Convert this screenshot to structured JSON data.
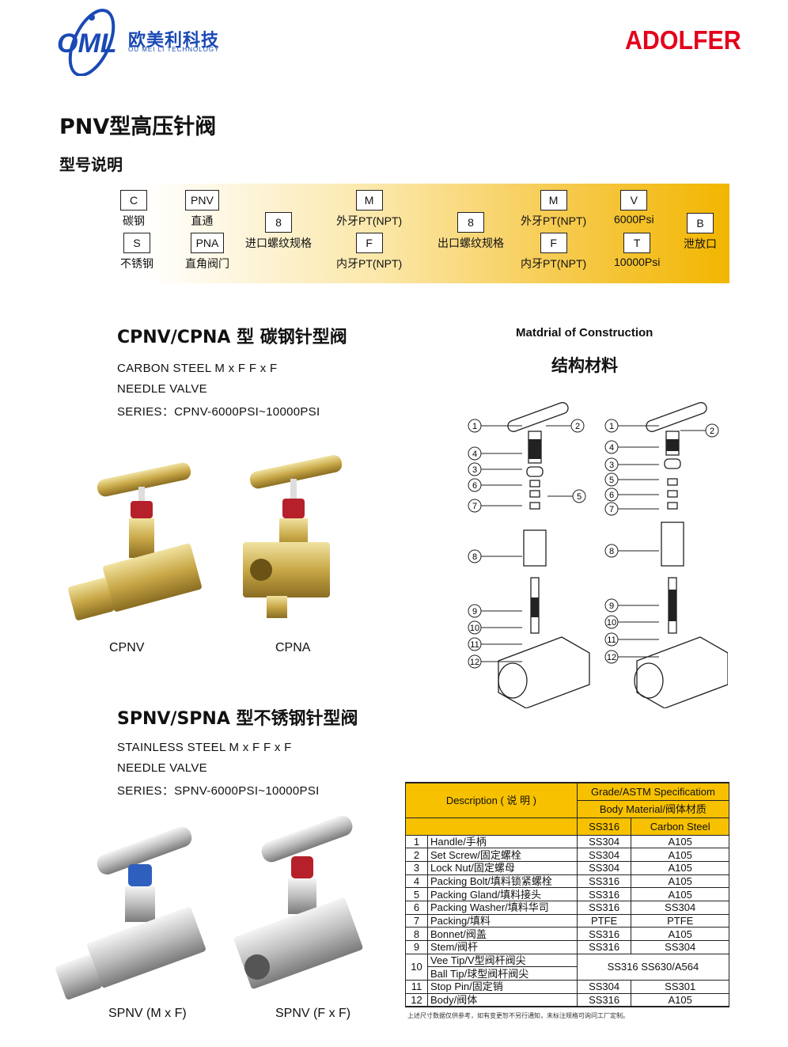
{
  "header": {
    "logo_text": "OML",
    "company_cn": "欧美利科技",
    "company_en": "OU MEI LI TECHNOLOGY",
    "brand": "ADOLFER"
  },
  "title": "PNV型高压针阀",
  "model_section": {
    "title": "型号说明",
    "codes": [
      {
        "code": "C",
        "label": "碳钢"
      },
      {
        "code": "S",
        "label": "不锈钢"
      },
      {
        "code": "PNV",
        "label": "直通"
      },
      {
        "code": "PNA",
        "label": "直角阀门"
      },
      {
        "code": "8",
        "label": "进口螺纹规格"
      },
      {
        "code": "M",
        "label": "外牙PT(NPT)"
      },
      {
        "code": "F",
        "label": "内牙PT(NPT)"
      },
      {
        "code": "8",
        "label": "出口螺纹规格"
      },
      {
        "code": "M",
        "label": "外牙PT(NPT)"
      },
      {
        "code": "F",
        "label": "内牙PT(NPT)"
      },
      {
        "code": "V",
        "label": "6000Psi"
      },
      {
        "code": "T",
        "label": "10000Psi"
      },
      {
        "code": "B",
        "label": "泄放口"
      }
    ]
  },
  "carbon": {
    "title": "CPNV/CPNA 型 碳钢针型阀",
    "lines": [
      "CARBON STEEL  M x F  F x F",
      "NEEDLE  VALVE",
      "SERIES：CPNV-6000PSI~10000PSI"
    ],
    "captions": [
      "CPNV",
      "CPNA"
    ]
  },
  "stainless": {
    "title": "SPNV/SPNA 型不锈钢针型阀",
    "lines": [
      "STAINLESS STEEL  M x F  F x F",
      "NEEDLE  VALVE",
      "SERIES：SPNV-6000PSI~10000PSI"
    ],
    "captions": [
      "SPNV (M x F)",
      "SPNV (F x F)"
    ]
  },
  "construction": {
    "title_en": "Matdrial of Construction",
    "title_cn": "结构材料",
    "left_callouts": [
      "1",
      "2",
      "4",
      "3",
      "6",
      "7",
      "5",
      "8",
      "9",
      "10",
      "11",
      "12"
    ],
    "right_callouts": [
      "1",
      "2",
      "4",
      "3",
      "5",
      "6",
      "7",
      "8",
      "9",
      "10",
      "11",
      "12"
    ]
  },
  "table": {
    "h_desc": "Description ( 说  明 )",
    "h_grade": "Grade/ASTM  Specificatiom",
    "h_body": "Body  Material/阀体材质",
    "h_ss": "SS316",
    "h_cs": "Carbon Steel",
    "rows": [
      {
        "n": "1",
        "d": "Handle/手柄",
        "ss": "SS304",
        "cs": "A105"
      },
      {
        "n": "2",
        "d": "Set Screw/固定螺栓",
        "ss": "SS304",
        "cs": "A105"
      },
      {
        "n": "3",
        "d": "Lock Nut/固定螺母",
        "ss": "SS304",
        "cs": "A105"
      },
      {
        "n": "4",
        "d": "Packing Bolt/填料锁紧螺栓",
        "ss": "SS316",
        "cs": "A105"
      },
      {
        "n": "5",
        "d": "Packing Gland/填料接头",
        "ss": "SS316",
        "cs": "A105"
      },
      {
        "n": "6",
        "d": "Packing Washer/填料华司",
        "ss": "SS316",
        "cs": "SS304"
      },
      {
        "n": "7",
        "d": "Packing/填料",
        "ss": "PTFE",
        "cs": "PTFE"
      },
      {
        "n": "8",
        "d": "Bonnet/阀盖",
        "ss": "SS316",
        "cs": "A105"
      },
      {
        "n": "9",
        "d": "Stem/阀杆",
        "ss": "SS316",
        "cs": "SS304"
      }
    ],
    "row10": {
      "n": "10",
      "d1": "Vee Tip/V型阀杆阀尖",
      "d2": "Ball Tip/球型阀杆阀尖",
      "m": "SS316 SS630/A564"
    },
    "rows2": [
      {
        "n": "11",
        "d": "Stop Pin/固定销",
        "ss": "SS304",
        "cs": "SS301"
      },
      {
        "n": "12",
        "d": "Body/阀体",
        "ss": "SS316",
        "cs": "A105"
      }
    ]
  },
  "note": "上述尺寸数据仅供参考，如有变更恕不另行通知，未标注规格可询问工厂定制。"
}
